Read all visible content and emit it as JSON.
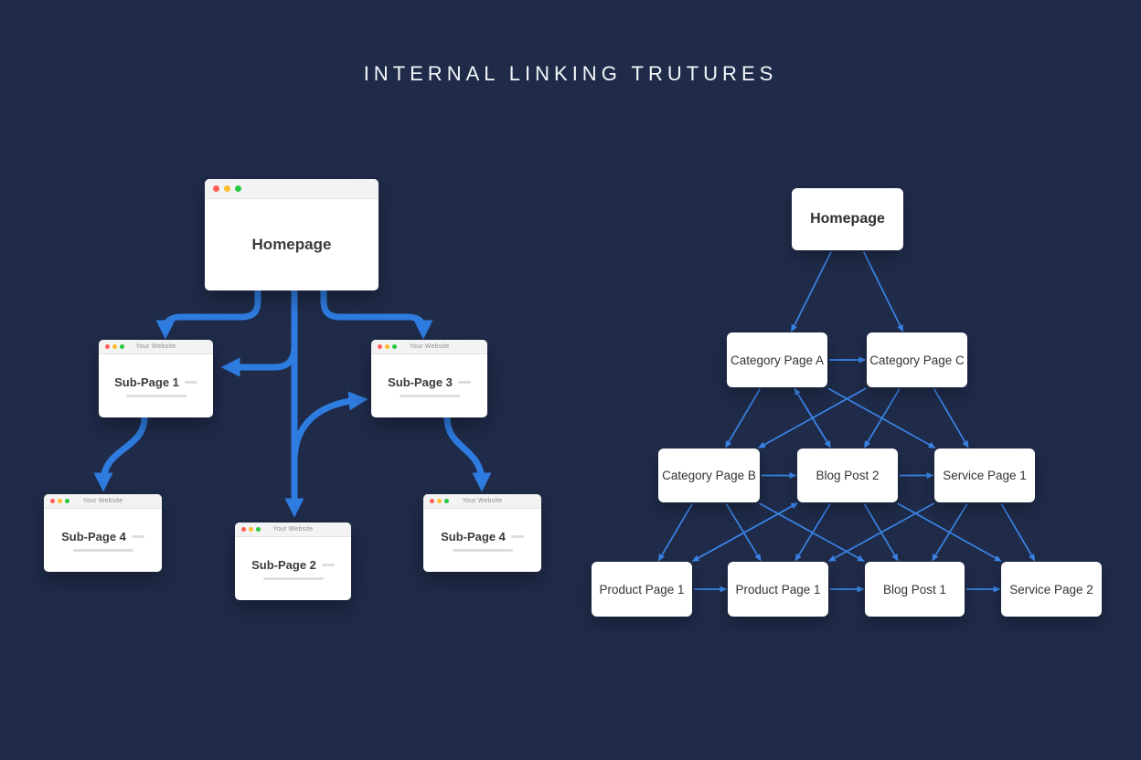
{
  "title": "INTERNAL LINKING TRUTURES",
  "colors": {
    "background": "#1f2b49",
    "thick_arrow": "#2e7ce0",
    "thin_edge": "#3a84e6",
    "window_white": "#ffffff",
    "traffic_red": "#ff5f57",
    "traffic_yellow": "#febc2e",
    "traffic_green": "#28c840"
  },
  "left_diagram": {
    "browser_title": "Your Website",
    "nodes": {
      "homepage": "Homepage",
      "subpage1": "Sub-Page 1",
      "subpage3": "Sub-Page 3",
      "subpage4_left": "Sub-Page 4",
      "subpage2": "Sub-Page 2",
      "subpage4_right": "Sub-Page 4"
    },
    "links": [
      [
        "homepage",
        "subpage1"
      ],
      [
        "homepage",
        "subpage1"
      ],
      [
        "homepage",
        "subpage3"
      ],
      [
        "homepage",
        "subpage2"
      ],
      [
        "subpage2",
        "subpage3"
      ],
      [
        "subpage1",
        "subpage4_left"
      ],
      [
        "subpage3",
        "subpage4_right"
      ]
    ]
  },
  "right_diagram": {
    "nodes": {
      "homepage": "Homepage",
      "cat_a": "Category Page A",
      "cat_c": "Category Page C",
      "cat_b": "Category Page B",
      "blog2": "Blog Post 2",
      "service1": "Service Page 1",
      "product1a": "Product Page 1",
      "product1b": "Product Page 1",
      "blog1": "Blog Post 1",
      "service2": "Service Page 2"
    },
    "edges": [
      [
        "homepage",
        "cat_a"
      ],
      [
        "homepage",
        "cat_c"
      ],
      [
        "cat_a",
        "cat_c"
      ],
      [
        "cat_a",
        "cat_b"
      ],
      [
        "cat_a",
        "blog2"
      ],
      [
        "cat_a",
        "service1"
      ],
      [
        "cat_c",
        "cat_b"
      ],
      [
        "cat_c",
        "blog2"
      ],
      [
        "cat_c",
        "service1"
      ],
      [
        "blog2",
        "cat_a"
      ],
      [
        "cat_b",
        "blog2"
      ],
      [
        "blog2",
        "service1"
      ],
      [
        "cat_b",
        "product1a"
      ],
      [
        "cat_b",
        "product1b"
      ],
      [
        "cat_b",
        "blog1"
      ],
      [
        "blog2",
        "product1a"
      ],
      [
        "blog2",
        "product1b"
      ],
      [
        "blog2",
        "blog1"
      ],
      [
        "blog2",
        "service2"
      ],
      [
        "service1",
        "product1b"
      ],
      [
        "service1",
        "blog1"
      ],
      [
        "service1",
        "service2"
      ],
      [
        "product1a",
        "blog2"
      ],
      [
        "product1a",
        "product1b"
      ],
      [
        "product1b",
        "blog1"
      ],
      [
        "blog1",
        "service2"
      ]
    ]
  }
}
